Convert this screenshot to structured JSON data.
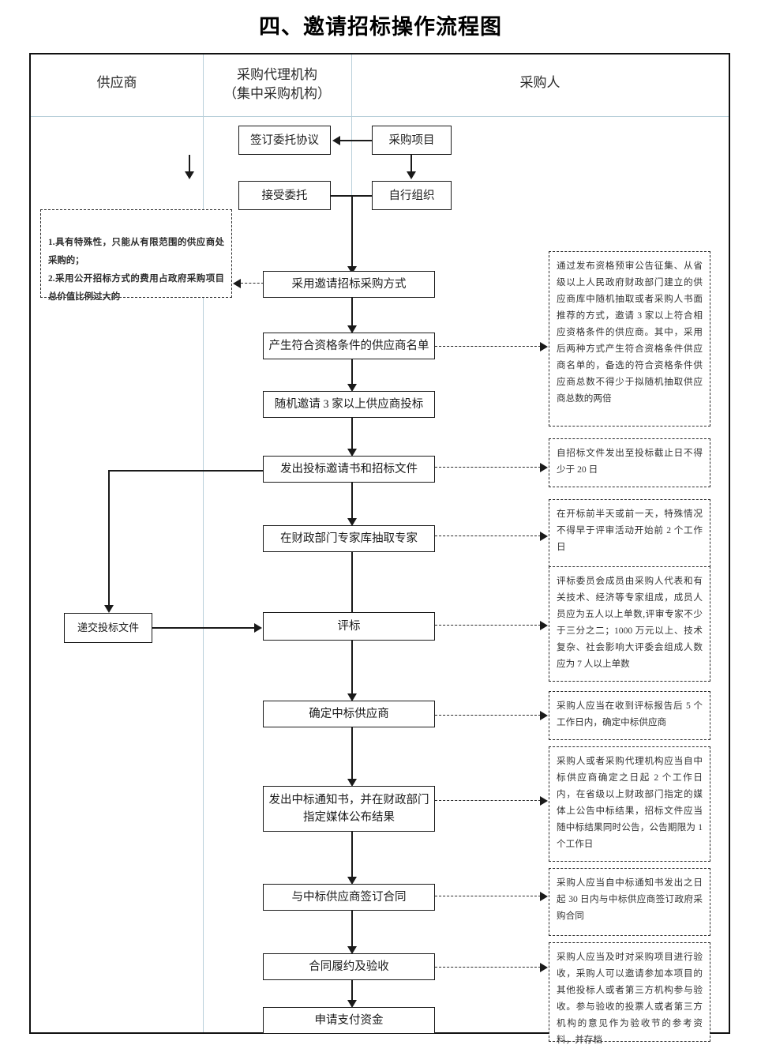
{
  "title": "四、邀请招标操作流程图",
  "columns": [
    {
      "key": "supplier",
      "label": "供应商"
    },
    {
      "key": "agency",
      "label": "采购代理机构",
      "label2": "（集中采购机构）"
    },
    {
      "key": "purchaser",
      "label": "采购人"
    }
  ],
  "nodes": {
    "sign_entrust": "签订委托协议",
    "procurement_project": "采购项目",
    "accept_entrust": "接受委托",
    "self_organize": "自行组织",
    "use_invite_method": "采用邀请招标采购方式",
    "qualified_supplier_list": "产生符合资格条件的供应商名单",
    "invite_three_suppliers": "随机邀请 3 家以上供应商投标",
    "issue_invitation_docs": "发出投标邀请书和招标文件",
    "draw_experts": "在财政部门专家库抽取专家",
    "submit_bid_docs": "递交投标文件",
    "bid_evaluation": "评标",
    "determine_winner": "确定中标供应商",
    "issue_win_notice": "发出中标通知书，并在财政部门指定媒体公布结果",
    "sign_contract": "与中标供应商签订合同",
    "contract_performance": "合同履约及验收",
    "apply_payment": "申请支付资金"
  },
  "notes": {
    "invite_conditions": "1.具有特殊性，只能从有限范围的供应商处采购的；\n2.采用公开招标方式的费用占政府采购项目总价值比例过大的",
    "supplier_list_rule": "通过发布资格预审公告征集、从省级以上人民政府财政部门建立的供应商库中随机抽取或者采购人书面推荐的方式，邀请 3 家以上符合相应资格条件的供应商。其中，采用后两种方式产生符合资格条件供应商名单的，备选的符合资格条件供应商总数不得少于拟随机抽取供应商总数的两倍",
    "bid_deadline_rule": "自招标文件发出至投标截止日不得少于 20 日",
    "expert_draw_rule": "在开标前半天或前一天，特殊情况不得早于评审活动开始前 2 个工作日",
    "evaluation_committee_rule": "评标委员会成员由采购人代表和有关技术、经济等专家组成，成员人员应为五人以上单数,评审专家不少于三分之二；1000 万元以上、技术复杂、社会影响大评委会组成人数应为 7 人以上单数",
    "determine_winner_rule": "采购人应当在收到评标报告后 5 个工作日内，确定中标供应商",
    "announce_result_rule": "采购人或者采购代理机构应当自中标供应商确定之日起 2 个工作日内，在省级以上财政部门指定的媒体上公告中标结果，招标文件应当随中标结果同时公告，公告期限为 1 个工作日",
    "sign_contract_rule": "采购人应当自中标通知书发出之日起 30 日内与中标供应商签订政府采购合同",
    "acceptance_rule": "采购人应当及时对采购项目进行验收，采购人可以邀请参加本项目的其他投标人或者第三方机构参与验收。参与验收的投票人或者第三方机构的意见作为验收节的参考资料，并存档"
  },
  "colors": {
    "line": "#1a1a1a",
    "divider": "#b9d0da",
    "frame": "#111111",
    "note_border": "#2a2a2a"
  }
}
